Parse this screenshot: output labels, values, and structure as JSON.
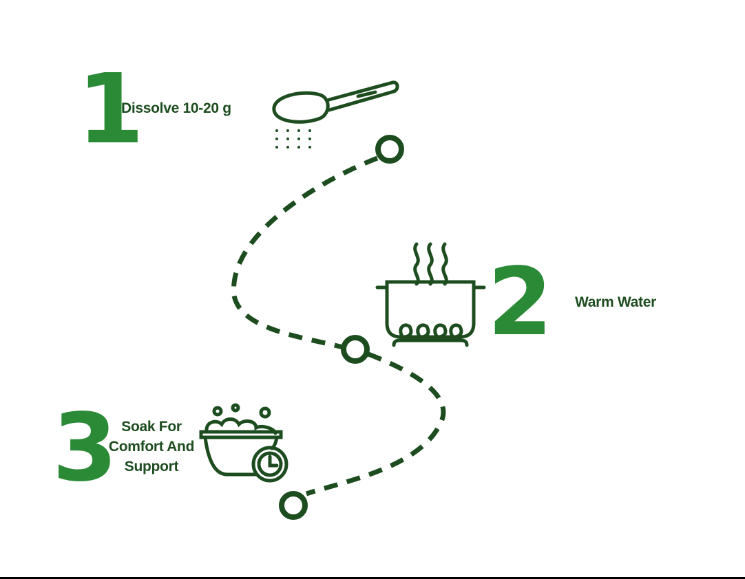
{
  "steps": [
    {
      "number": "1",
      "label": "Dissolve 10-20 g",
      "icon": "spoon-salt-icon"
    },
    {
      "number": "2",
      "label": "Warm Water",
      "icon": "cooking-pot-icon"
    },
    {
      "number": "3",
      "label_lines": [
        "Soak For",
        "Comfort And",
        "Support"
      ],
      "icon": "basin-clock-icon"
    }
  ],
  "colors": {
    "dark": "#1d4d1f",
    "accent": "#2a8a35"
  }
}
